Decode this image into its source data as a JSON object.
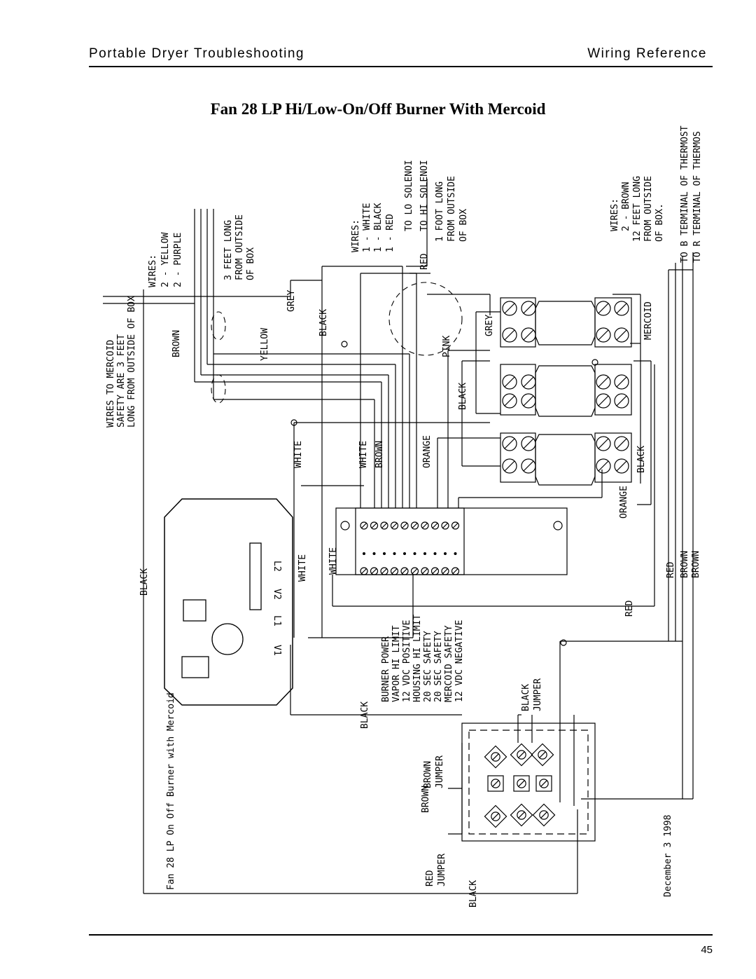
{
  "header": {
    "left_title": "Portable Dryer Troubleshooting",
    "right_title": "Wiring Reference"
  },
  "diagram_title": "Fan 28 LP Hi/Low-On/Off Burner With Mercoid",
  "page_number": "45",
  "notes": {
    "mercoid_wires": [
      "WIRES TO MERCOID",
      "SAFETY ARE 3 FEET",
      "LONG FROM OUTSIDE OF BOX"
    ],
    "yellow_purple_wires": [
      "WIRES:",
      "2 - YELLOW",
      "2 - PURPLE"
    ],
    "three_feet": [
      "3 FEET LONG",
      "FROM OUTSIDE",
      "OF BOX"
    ],
    "solenoid_wires": [
      "WIRES:",
      "1 - WHITE",
      "1 - BLACK",
      "1 - RED"
    ],
    "solenoid_targets": [
      "TO LO SOLENOI",
      "TO HI SOLENOI"
    ],
    "one_foot": [
      "1 FOOT LONG",
      "FROM OUTSIDE",
      "OF BOX"
    ],
    "brown_wires": [
      "WIRES:",
      "2 - BROWN",
      "12 FEET LONG",
      "FROM OUTSIDE",
      "OF BOX."
    ],
    "thermostat_targets": [
      "TO B TERMINAL OF THERMOST",
      "TO R TERMINAL OF THERMOS"
    ]
  },
  "wire_labels": {
    "grey": "GREY",
    "brown": "BROWN",
    "yellow": "YELLOW",
    "black": "BLACK",
    "red": "RED",
    "pink": "PINK",
    "white": "WHITE",
    "orange": "ORANGE",
    "mercoid": "MERCOID"
  },
  "module_terminals": [
    "L2",
    "V2",
    "L1",
    "V1"
  ],
  "terminal_strip_labels": [
    "BURNER POWER",
    "VAPOR HI LIMIT",
    "12 VDC POSITIVE",
    "HOUSING HI LIMIT",
    "20 SEC SAFETY",
    "20 SEC SAFETY",
    "MERCOID SAFETY",
    "12 VDC NEGATIVE"
  ],
  "jumpers": {
    "black": [
      "BLACK",
      "JUMPER"
    ],
    "brown": [
      "BROWN",
      "JUMPER"
    ],
    "red": [
      "RED",
      "JUMPER"
    ]
  },
  "drawing_caption": "Fan 28 LP On Off Burner with Mercoid",
  "drawing_date": "December 3 1998"
}
